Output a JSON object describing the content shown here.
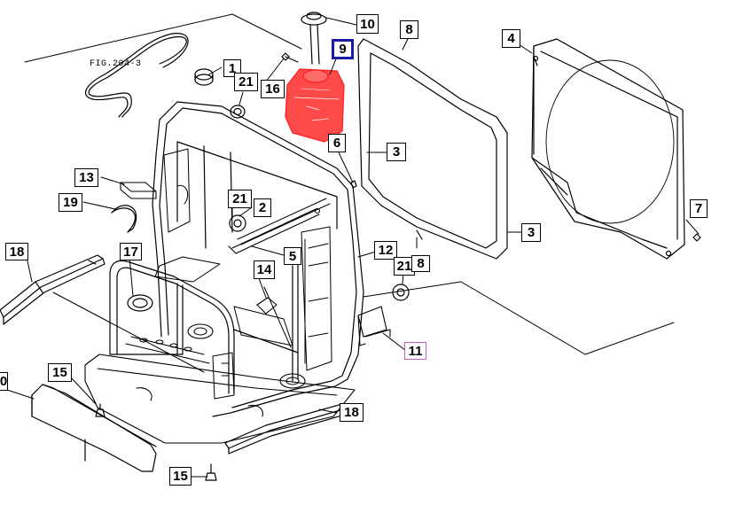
{
  "figure_ref": "FIG.204-3",
  "callouts": [
    {
      "id": "c1",
      "label": "1"
    },
    {
      "id": "c2",
      "label": "2"
    },
    {
      "id": "c3a",
      "label": "3"
    },
    {
      "id": "c3b",
      "label": "3"
    },
    {
      "id": "c4",
      "label": "4"
    },
    {
      "id": "c5",
      "label": "5"
    },
    {
      "id": "c6",
      "label": "6"
    },
    {
      "id": "c7",
      "label": "7"
    },
    {
      "id": "c8a",
      "label": "8"
    },
    {
      "id": "c8b",
      "label": "8"
    },
    {
      "id": "c9",
      "label": "9"
    },
    {
      "id": "c10",
      "label": "10"
    },
    {
      "id": "c11",
      "label": "11"
    },
    {
      "id": "c12",
      "label": "12"
    },
    {
      "id": "c13",
      "label": "13"
    },
    {
      "id": "c14",
      "label": "14"
    },
    {
      "id": "c15a",
      "label": "15"
    },
    {
      "id": "c15b",
      "label": "15"
    },
    {
      "id": "c16",
      "label": "16"
    },
    {
      "id": "c17",
      "label": "17"
    },
    {
      "id": "c18a",
      "label": "18"
    },
    {
      "id": "c18b",
      "label": "18"
    },
    {
      "id": "c19",
      "label": "19"
    },
    {
      "id": "c20",
      "label": "0"
    },
    {
      "id": "c21a",
      "label": "21"
    },
    {
      "id": "c21b",
      "label": "21"
    },
    {
      "id": "c21c",
      "label": "21"
    }
  ],
  "highlight": {
    "part": "reserve-tank",
    "color": "#ff2020"
  },
  "selected_callout_color": "#1a1aa8",
  "secondary_callout_color": "#c060c0"
}
